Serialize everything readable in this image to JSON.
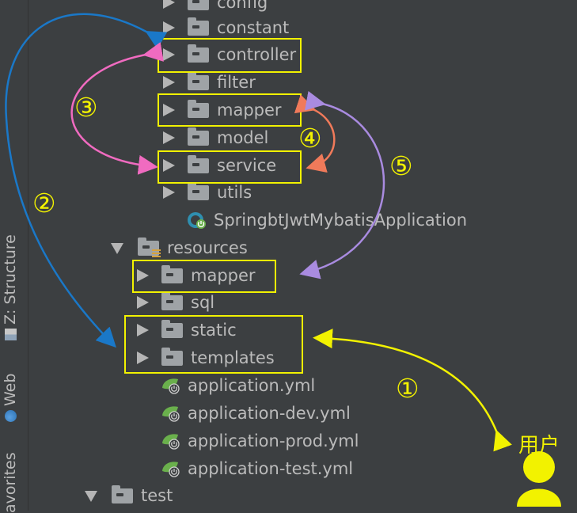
{
  "sidebar": {
    "tabs": [
      {
        "label": "Z: Structure",
        "icon": "structure-icon"
      },
      {
        "label": "Web",
        "icon": "web-icon"
      },
      {
        "label": "avorites",
        "icon": "favorites-icon"
      }
    ]
  },
  "tree": {
    "items": [
      {
        "label": "config",
        "icon": "folder-icon"
      },
      {
        "label": "constant",
        "icon": "folder-icon"
      },
      {
        "label": "controller",
        "icon": "folder-icon"
      },
      {
        "label": "filter",
        "icon": "folder-icon"
      },
      {
        "label": "mapper",
        "icon": "folder-icon"
      },
      {
        "label": "model",
        "icon": "folder-icon"
      },
      {
        "label": "service",
        "icon": "folder-icon"
      },
      {
        "label": "utils",
        "icon": "folder-icon"
      },
      {
        "label": "SpringbtJwtMybatisApplication",
        "icon": "spring-boot-class-icon"
      },
      {
        "label": "resources",
        "icon": "resources-folder-icon"
      },
      {
        "label": "mapper",
        "icon": "folder-icon"
      },
      {
        "label": "sql",
        "icon": "folder-icon"
      },
      {
        "label": "static",
        "icon": "folder-icon"
      },
      {
        "label": "templates",
        "icon": "folder-icon"
      },
      {
        "label": "application.yml",
        "icon": "spring-yml-icon"
      },
      {
        "label": "application-dev.yml",
        "icon": "spring-yml-icon"
      },
      {
        "label": "application-prod.yml",
        "icon": "spring-yml-icon"
      },
      {
        "label": "application-test.yml",
        "icon": "spring-yml-icon"
      },
      {
        "label": "test",
        "icon": "folder-icon"
      }
    ]
  },
  "annotations": {
    "numbers": [
      "①",
      "②",
      "③",
      "④",
      "⑤"
    ],
    "user_label": "用户",
    "colors": {
      "highlight": "#f2f200",
      "arrow_1": "#f2f200",
      "arrow_2": "#1a78c8",
      "arrow_3": "#f06bc0",
      "arrow_4": "#f07a5a",
      "arrow_5": "#a98be0"
    }
  }
}
